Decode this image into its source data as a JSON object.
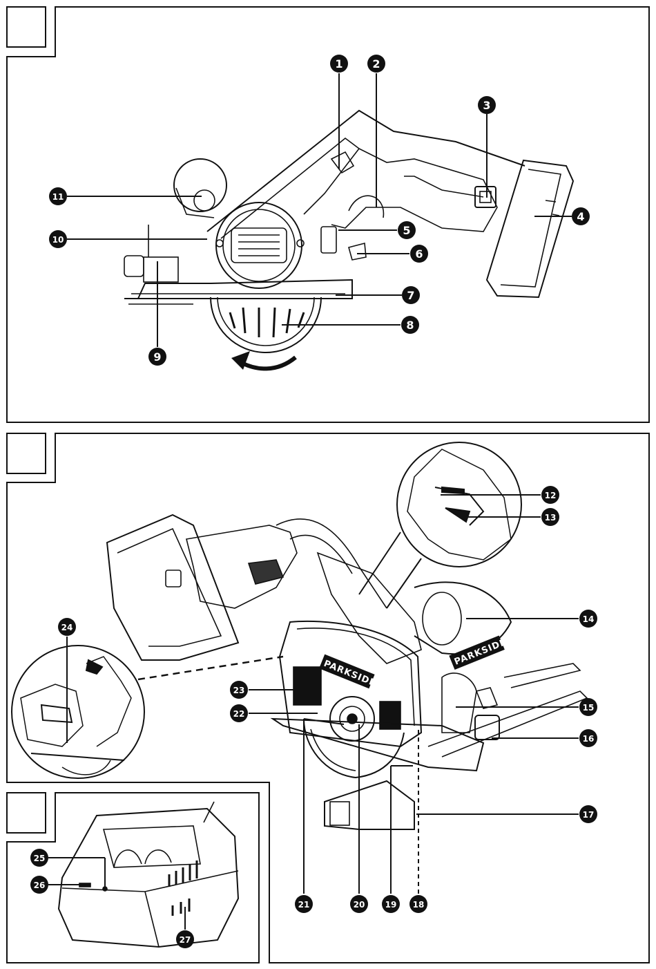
{
  "brand": "PARKSIDE",
  "callouts": {
    "n1": "1",
    "n2": "2",
    "n3": "3",
    "n4": "4",
    "n5": "5",
    "n6": "6",
    "n7": "7",
    "n8": "8",
    "n9": "9",
    "n10": "10",
    "n11": "11",
    "n12": "12",
    "n13": "13",
    "n14": "14",
    "n15": "15",
    "n16": "16",
    "n17": "17",
    "n18": "18",
    "n19": "19",
    "n20": "20",
    "n21": "21",
    "n22": "22",
    "n23": "23",
    "n24": "24",
    "n25": "25",
    "n26": "26",
    "n27": "27"
  },
  "colors": {
    "ink": "#111111",
    "paper": "#ffffff",
    "shade": "#555555"
  }
}
